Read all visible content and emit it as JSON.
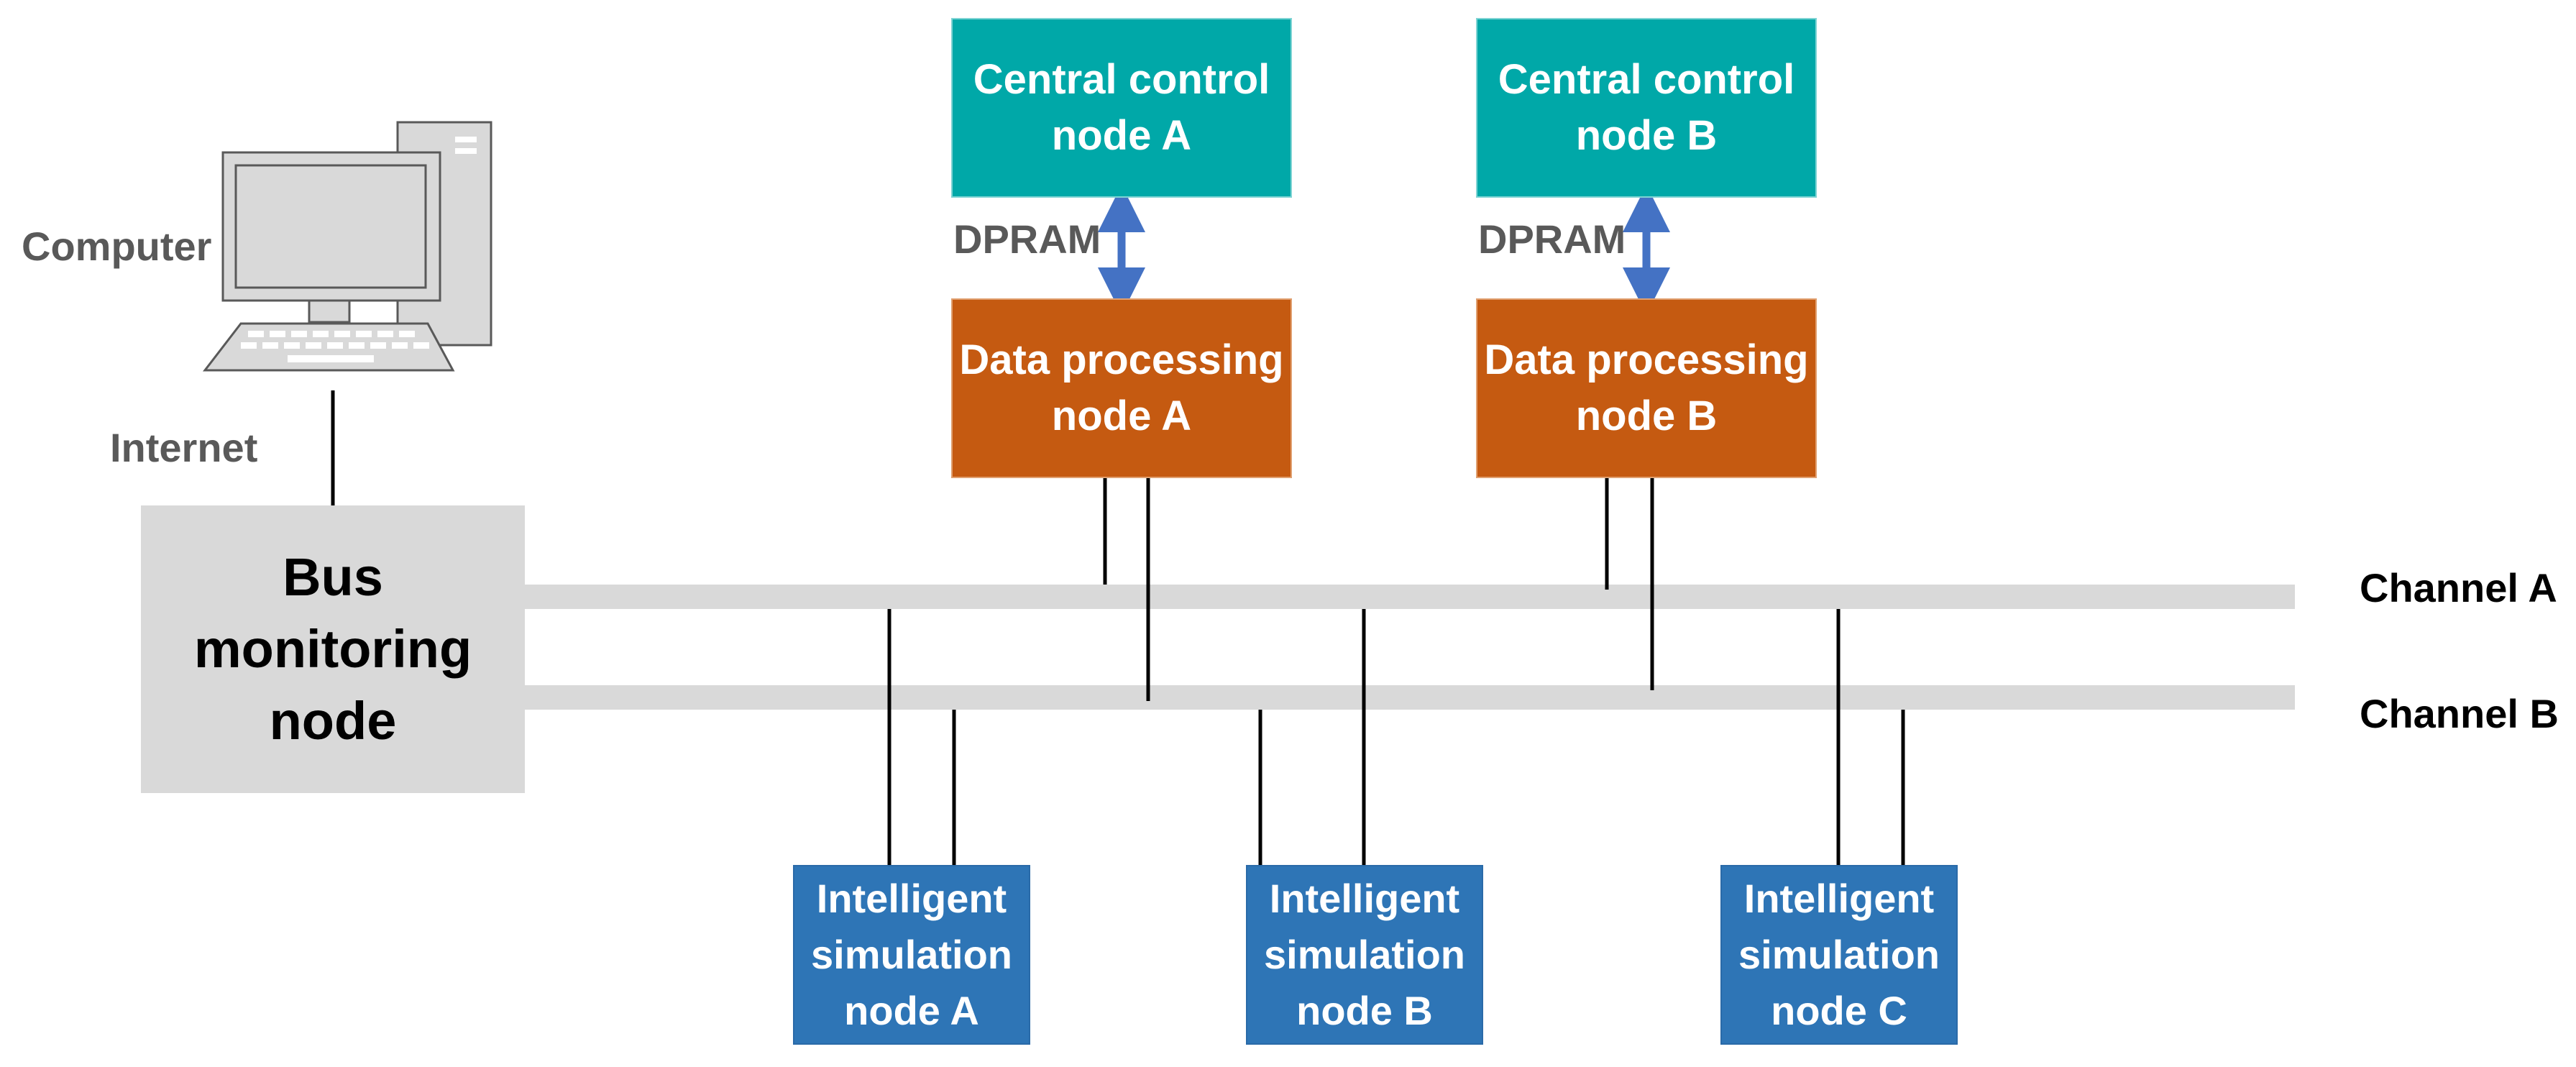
{
  "computer": {
    "label": "Computer",
    "icon": "desktop-computer-icon"
  },
  "link": {
    "internet_label": "Internet"
  },
  "bus_monitor": {
    "label": "Bus\nmonitoring\nnode"
  },
  "channels": {
    "a_label": "Channel A",
    "b_label": "Channel B"
  },
  "central_nodes": [
    {
      "label": "Central control\nnode A"
    },
    {
      "label": "Central control\nnode B"
    }
  ],
  "processing_nodes": [
    {
      "label": "Data processing\nnode A"
    },
    {
      "label": "Data processing\nnode B"
    }
  ],
  "dpram_labels": [
    "DPRAM",
    "DPRAM"
  ],
  "sim_nodes": [
    {
      "label": "Intelligent\nsimulation\nnode A"
    },
    {
      "label": "Intelligent\nsimulation\nnode B"
    },
    {
      "label": "Intelligent\nsimulation\nnode C"
    }
  ],
  "colors": {
    "central": "#00A8A8",
    "processing": "#C55A11",
    "simulation": "#2E75B6",
    "bus": "#D9D9D9",
    "arrow": "#4472C4"
  }
}
